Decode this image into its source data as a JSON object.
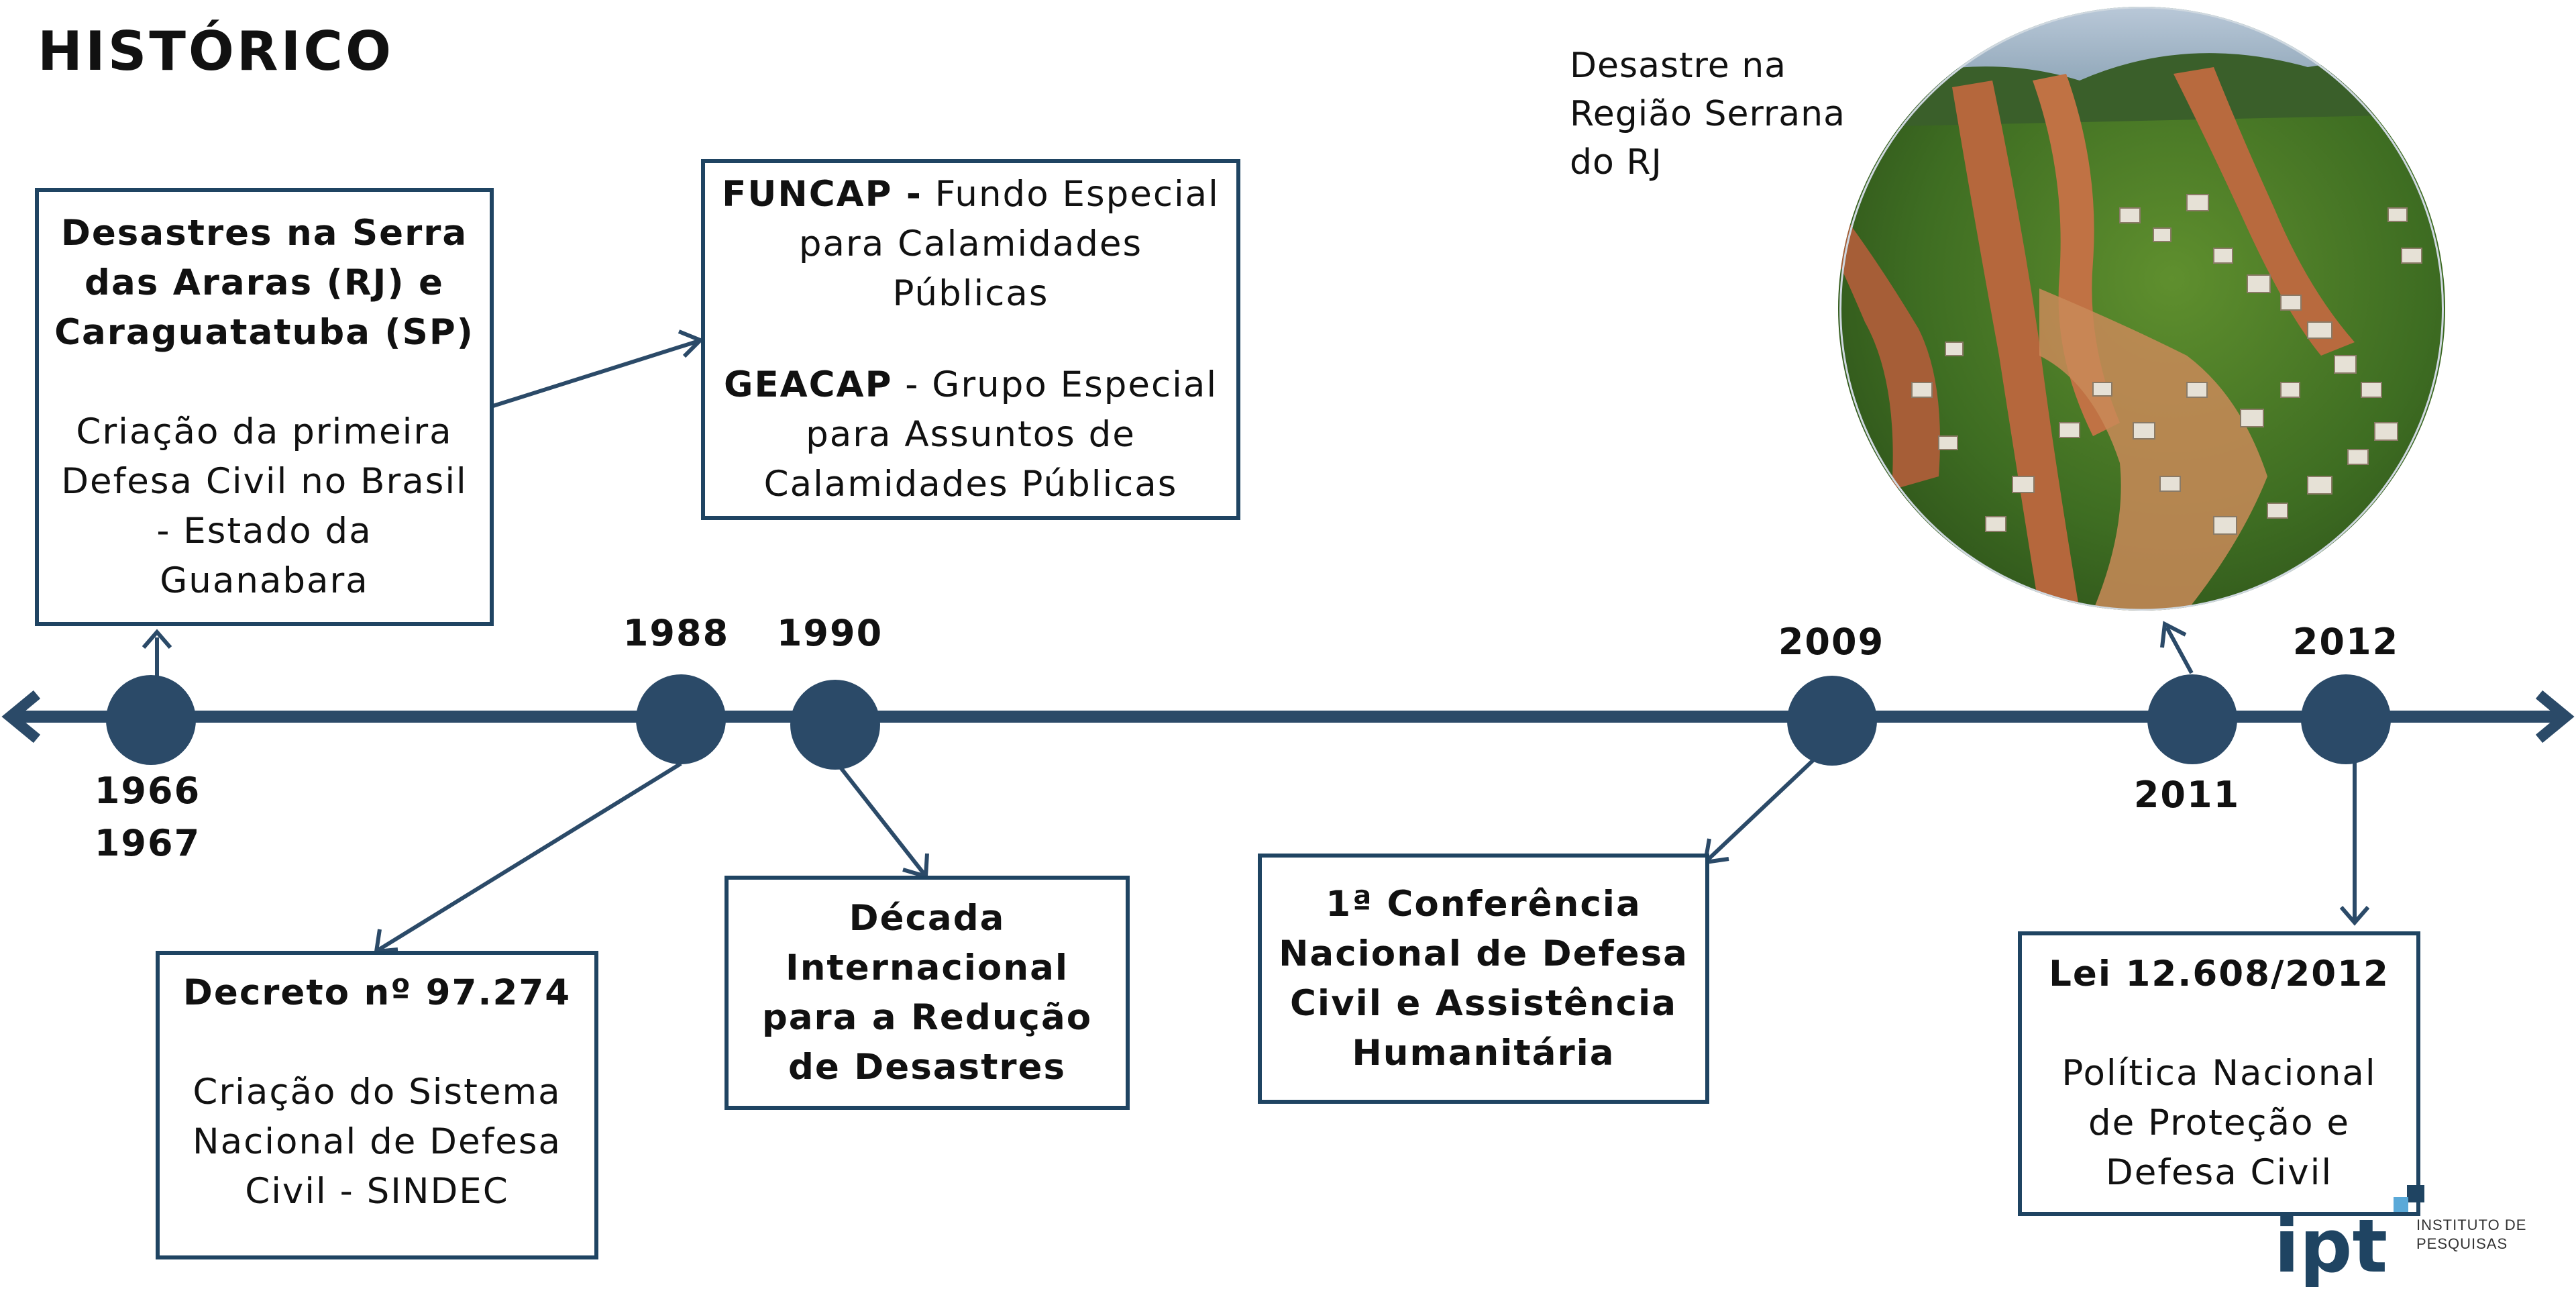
{
  "title": "HISTÓRICO",
  "colors": {
    "navy": "#2b4a68",
    "border": "#1f4462",
    "text": "#111111"
  },
  "years": {
    "y1966": "1966",
    "y1967": "1967",
    "y1988": "1988",
    "y1990": "1990",
    "y2009": "2009",
    "y2011": "2011",
    "y2012": "2012"
  },
  "boxes": {
    "serra": {
      "heading": "Desastres na Serra das Araras (RJ) e Caraguatatuba (SP)",
      "body": "Criação da primeira Defesa Civil no Brasil - Estado da Guanabara"
    },
    "funcap": {
      "acronym1": "FUNCAP -",
      "text1": "Fundo Especial para Calamidades Públicas",
      "acronym2": "GEACAP",
      "text2": "- Grupo Especial para Assuntos de Calamidades Públicas"
    },
    "decreto": {
      "heading": "Decreto nº 97.274",
      "body": "Criação do Sistema Nacional de Defesa Civil - SINDEC"
    },
    "decada": {
      "heading": "Década Internacional para a Redução de Desastres"
    },
    "conferencia": {
      "heading": "1ª Conferência Nacional de Defesa Civil e Assistência Humanitária"
    },
    "lei": {
      "heading": "Lei 12.608/2012",
      "body": "Política Nacional de Proteção e Defesa Civil"
    }
  },
  "photo": {
    "caption": "Desastre na Região Serrana do RJ"
  },
  "logo": {
    "mark": "ipt",
    "line1": "INSTITUTO DE",
    "line2": "PESQUISAS"
  }
}
